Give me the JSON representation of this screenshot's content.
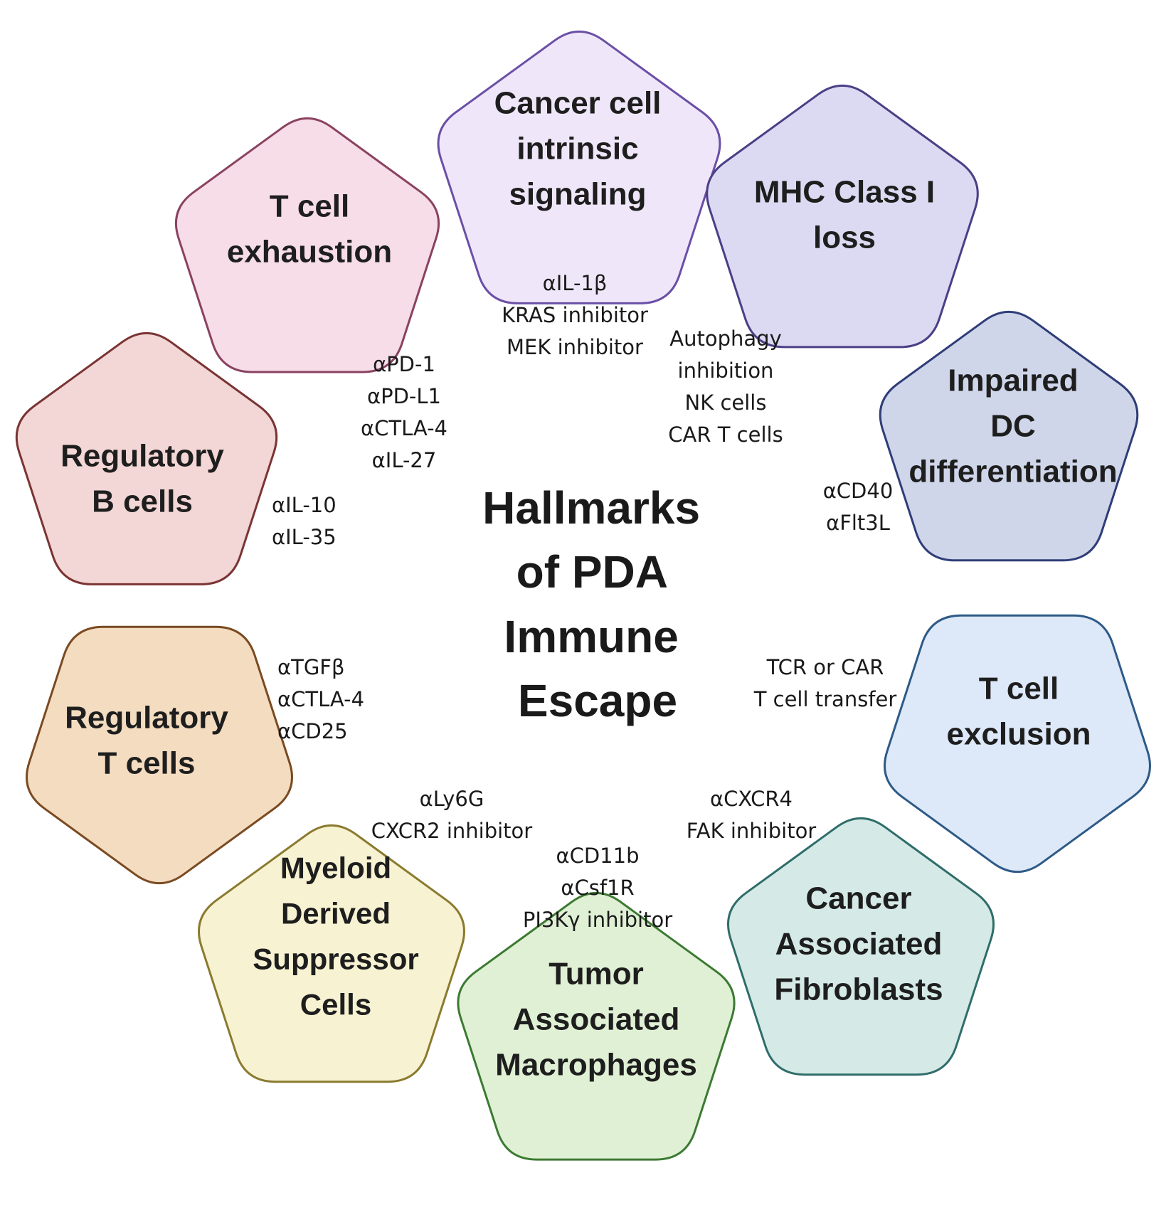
{
  "title_lines": [
    "Hallmarks",
    "of PDA",
    "Immune",
    "Escape"
  ],
  "hallmarks": [
    {
      "id": "cancer-cell-intrinsic-signaling",
      "lines": [
        "Cancer cell",
        "intrinsic",
        "signaling"
      ],
      "fill": "#efe7f9",
      "stroke": "#6b4fa6",
      "therapies": [
        "αIL-1β",
        "KRAS inhibitor",
        "MEK inhibitor"
      ]
    },
    {
      "id": "mhc-class-i-loss",
      "lines": [
        "MHC Class I",
        "loss"
      ],
      "fill": "#dcdaf2",
      "stroke": "#4b3f86",
      "therapies": [
        "Autophagy",
        "inhibition",
        "NK cells",
        "CAR T cells"
      ]
    },
    {
      "id": "impaired-dc-differentiation",
      "lines": [
        "Impaired",
        "DC",
        "differentiation"
      ],
      "fill": "#cfd6ea",
      "stroke": "#2f3d78",
      "therapies": [
        "αCD40",
        "αFlt3L"
      ]
    },
    {
      "id": "t-cell-exclusion",
      "lines": [
        "T cell",
        "exclusion"
      ],
      "fill": "#dde8f8",
      "stroke": "#2e5a86",
      "therapies": [
        "TCR or CAR",
        "T cell transfer"
      ]
    },
    {
      "id": "cancer-associated-fibroblasts",
      "lines": [
        "Cancer",
        "Associated",
        "Fibroblasts"
      ],
      "fill": "#d5eae6",
      "stroke": "#2f6d6a",
      "therapies": [
        "αCXCR4",
        "FAK inhibitor"
      ]
    },
    {
      "id": "tumor-associated-macrophages",
      "lines": [
        "Tumor",
        "Associated",
        "Macrophages"
      ],
      "fill": "#dff0d5",
      "stroke": "#3c7a32",
      "therapies": [
        "αCD11b",
        "αCsf1R",
        "PI3Kγ inhibitor"
      ]
    },
    {
      "id": "myeloid-derived-suppressor-cells",
      "lines": [
        "Myeloid",
        "Derived",
        "Suppressor",
        "Cells"
      ],
      "fill": "#f7f2d2",
      "stroke": "#8a7a2e",
      "therapies": [
        "αLy6G",
        "CXCR2 inhibitor"
      ]
    },
    {
      "id": "regulatory-t-cells",
      "lines": [
        "Regulatory",
        "T cells"
      ],
      "fill": "#f3dcc0",
      "stroke": "#7a4a22",
      "therapies": [
        "αTGFβ",
        "αCTLA-4",
        "αCD25"
      ]
    },
    {
      "id": "regulatory-b-cells",
      "lines": [
        "Regulatory",
        "B cells"
      ],
      "fill": "#f3d6d6",
      "stroke": "#7a3434",
      "therapies": [
        "αIL-10",
        "αIL-35"
      ]
    },
    {
      "id": "t-cell-exhaustion",
      "lines": [
        "T cell",
        "exhaustion"
      ],
      "fill": "#f6dde8",
      "stroke": "#8a4260",
      "therapies": [
        "αPD-1",
        "αPD-L1",
        "αCTLA-4",
        "αIL-27"
      ]
    }
  ]
}
